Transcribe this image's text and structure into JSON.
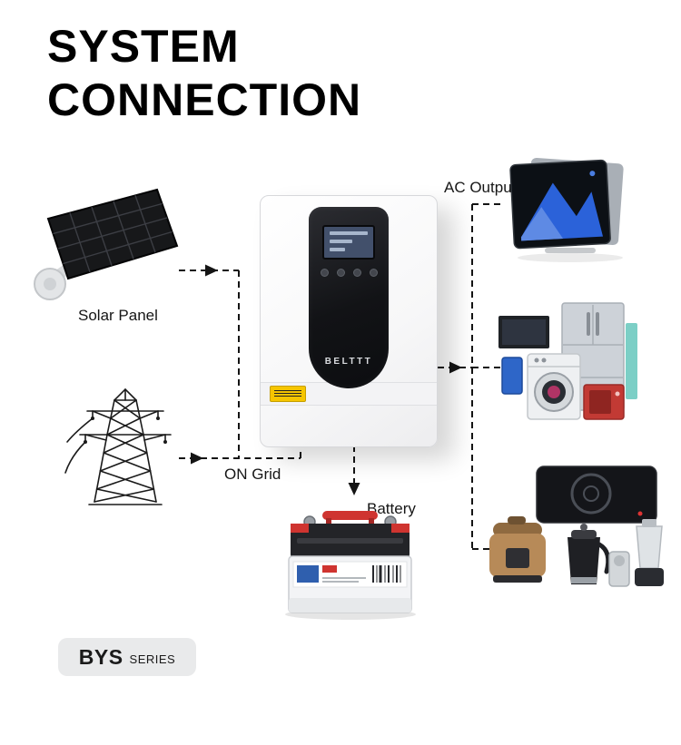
{
  "title": {
    "line1": "SYSTEM",
    "line2": "CONNECTION"
  },
  "labels": {
    "solar_panel": "Solar Panel",
    "ac_output": "AC Output",
    "on_grid": "ON Grid",
    "battery": "Battery"
  },
  "inverter": {
    "brand": "BELTTT"
  },
  "badge": {
    "series_code": "BYS",
    "series_word": "SERIES"
  },
  "images": {
    "solar_panel": "solar-panel-photo",
    "inverter": "solar-inverter-photo",
    "power_tower": "transmission-tower-line-drawing",
    "battery": "battery-photo",
    "tablet": "tablet-photo",
    "home_appliances": "home-appliances-photo",
    "kitchen_appliances": "kitchen-appliances-photo"
  },
  "colors": {
    "text": "#111111",
    "connector_line": "#141414",
    "badge_background": "#e9eaeb",
    "caution_yellow": "#f6c500",
    "inverter_panel_dark": "#121316",
    "accent_red": "#c23a34",
    "accent_blue": "#2b62d9"
  }
}
